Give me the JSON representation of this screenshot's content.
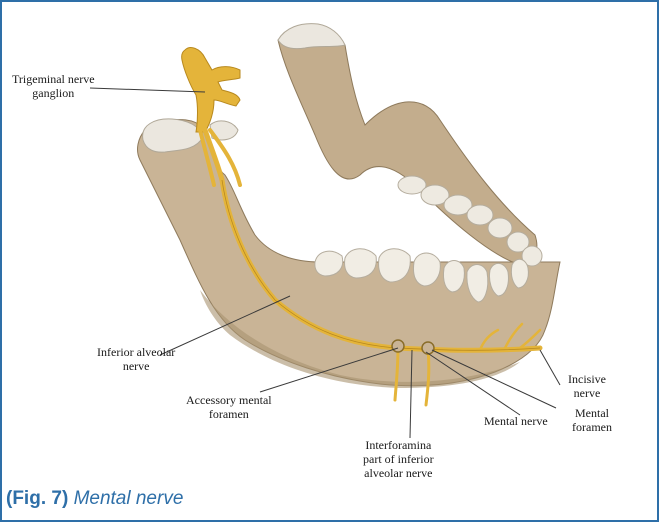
{
  "figure": {
    "labels": {
      "trigeminal": [
        "Trigeminal nerve",
        "ganglion"
      ],
      "inferior_alveolar": [
        "Inferior alveolar",
        "nerve"
      ],
      "accessory_mental": [
        "Accessory mental",
        "foramen"
      ],
      "interforamina": [
        "Interforamina",
        "part of inferior",
        "alveolar nerve"
      ],
      "mental_nerve": [
        "Mental nerve"
      ],
      "mental_foramen": [
        "Mental",
        "foramen"
      ],
      "incisive": [
        "Incisive",
        "nerve"
      ]
    }
  },
  "caption": {
    "number": "(Fig. 7)",
    "title": "Mental nerve"
  },
  "colors": {
    "frame_border": "#2e6fa8",
    "bone": "#c9b496",
    "bone_shadow": "#a8926f",
    "tooth": "#f1ede4",
    "nerve": "#e4b43a"
  }
}
